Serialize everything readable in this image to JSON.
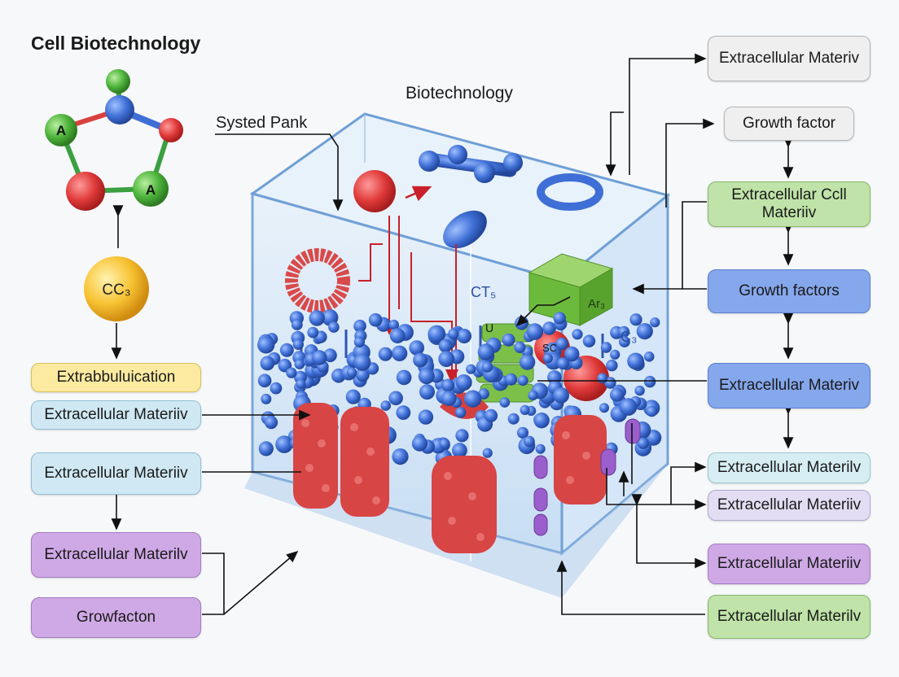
{
  "title": "Cell Biotechnology",
  "center_title": "Biotechnology",
  "pointer_label": "Systed Pank",
  "molecule": {
    "atom_a1": "A",
    "atom_a2": "A",
    "sphere_label": "CC₃"
  },
  "inner_labels": {
    "cts": "CT₅",
    "c3": "C₃",
    "arlg": "Ar₃",
    "u": "U",
    "sc": "SC"
  },
  "left_boxes": [
    "Extrabbuluication",
    "Extracellular Materiiv",
    "Extracellular Materiiv",
    "Extracellular Materilv",
    "Growfacton"
  ],
  "right_boxes": [
    "Extracellular Materiv",
    "Growth factor",
    "Extracellular Ccll Materiiv",
    "Growth factors",
    "Extracellular Materiv",
    "Extracellular Materilv",
    "Extracellular Materiiv",
    "Extracellular Materiiv",
    "Extracellular Materilv"
  ],
  "colors": {
    "blue_bead": "#3f6fd6",
    "red_bead": "#d94040",
    "green_block": "#7cc04a",
    "tank": "#cfe4f6"
  }
}
